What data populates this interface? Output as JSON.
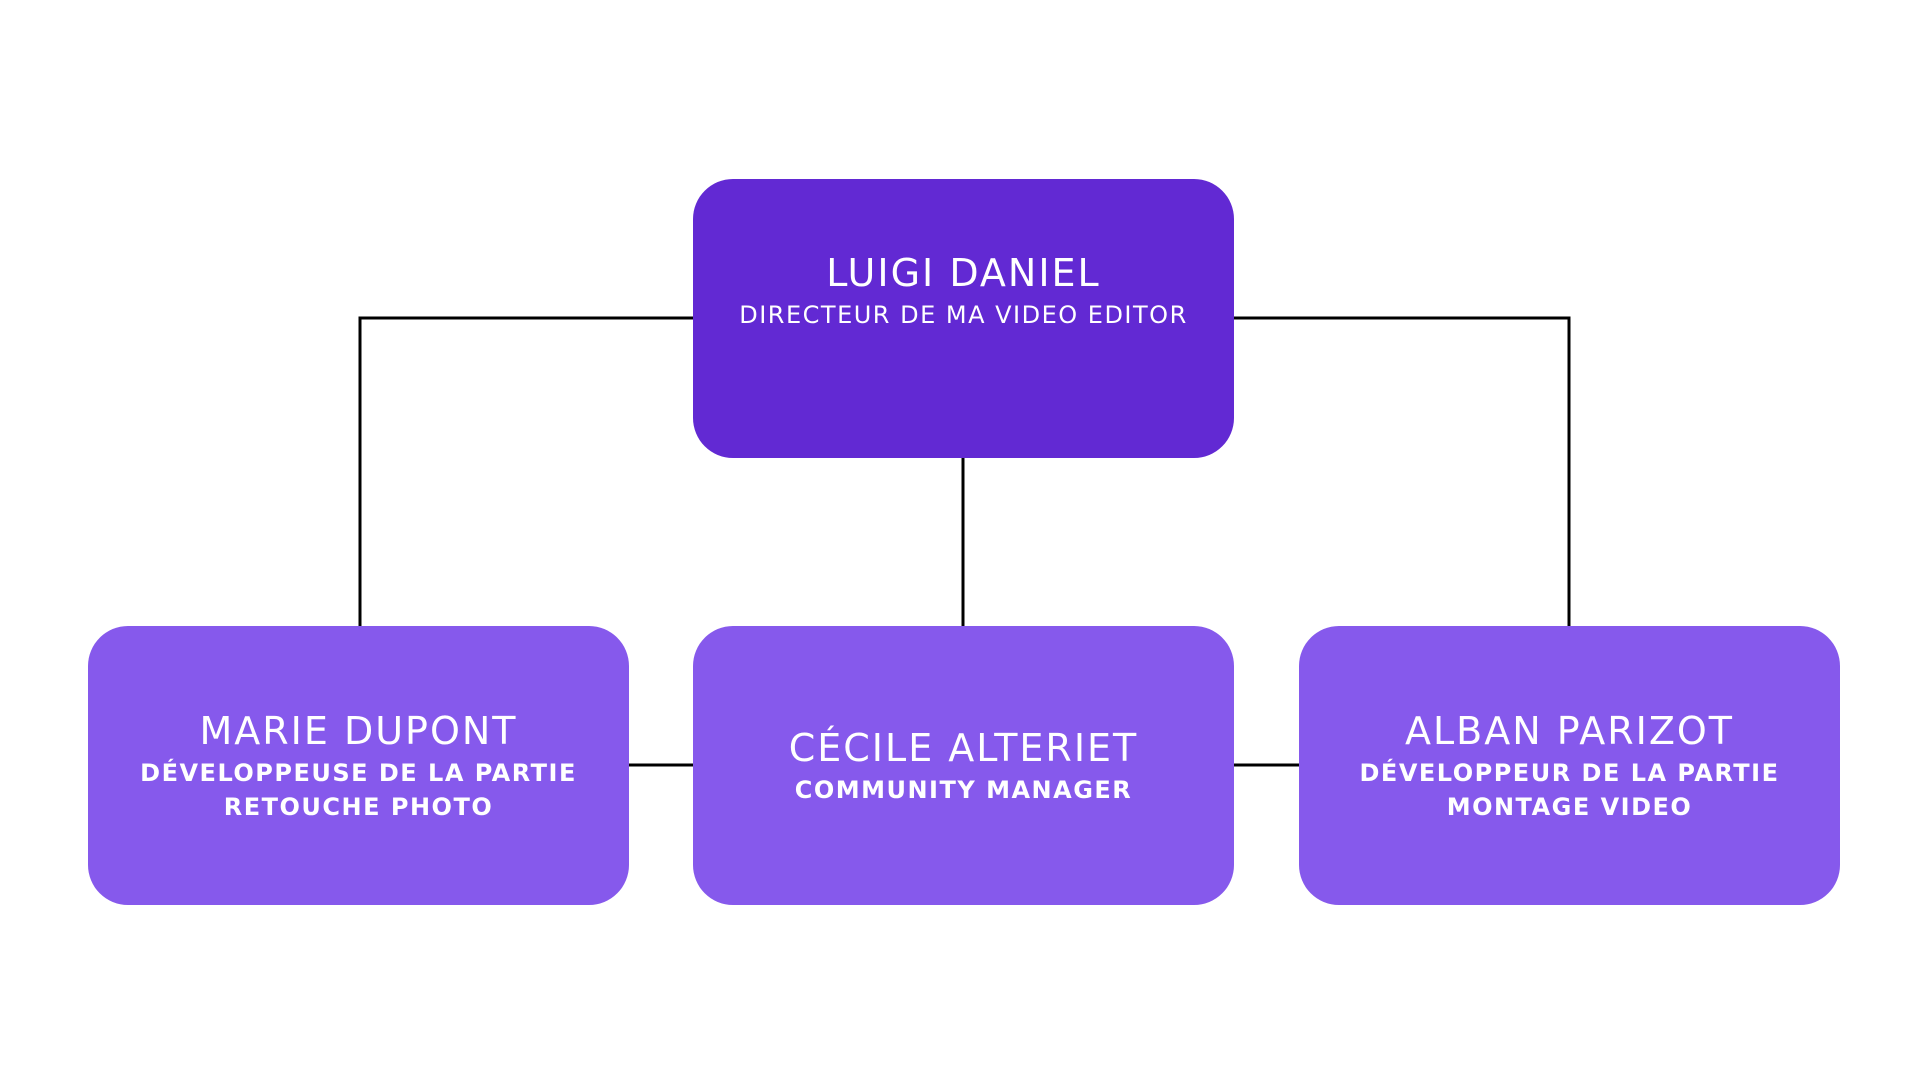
{
  "colors": {
    "root_box": "#6229d3",
    "child_box": "#8659ec",
    "connector": "#000000",
    "text": "#ffffff"
  },
  "org": {
    "root": {
      "name": "LUIGI DANIEL",
      "role": "DIRECTEUR DE MA VIDEO EDITOR"
    },
    "children": [
      {
        "name": "MARIE DUPONT",
        "role_line1": "DÉVELOPPEUSE DE LA PARTIE",
        "role_line2": "RETOUCHE PHOTO"
      },
      {
        "name": "CÉCILE ALTERIET",
        "role_line1": "COMMUNITY MANAGER"
      },
      {
        "name": "ALBAN PARIZOT",
        "role_line1": "DÉVELOPPEUR DE LA PARTIE",
        "role_line2": "MONTAGE VIDEO"
      }
    ]
  }
}
